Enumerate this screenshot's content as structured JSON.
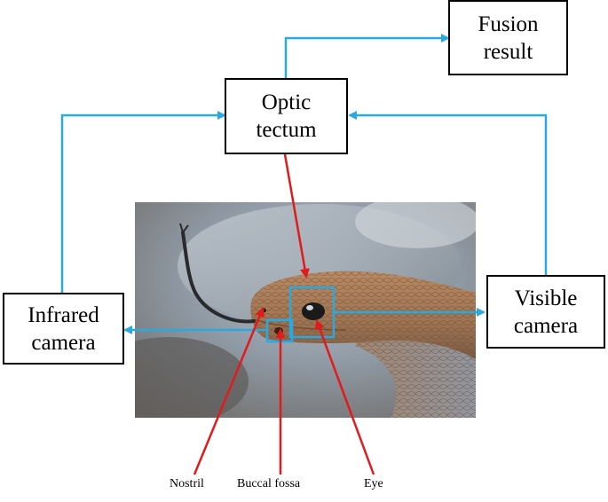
{
  "boxes": {
    "fusion": {
      "line1": "Fusion",
      "line2": "result"
    },
    "optic": {
      "line1": "Optic",
      "line2": "tectum"
    },
    "infrared": {
      "line1": "Infrared",
      "line2": "camera"
    },
    "visible": {
      "line1": "Visible",
      "line2": "camera"
    }
  },
  "labels": {
    "nostril": "Nostril",
    "buccal_fossa": "Buccal fossa",
    "eye": "Eye"
  },
  "photo": {
    "subject": "rattlesnake head with tongue out"
  },
  "colors": {
    "flow_arrow": "#29a9e0",
    "pointer_arrow": "#e01b1b",
    "box_border": "#000000",
    "highlight_box": "#29a9e0"
  }
}
